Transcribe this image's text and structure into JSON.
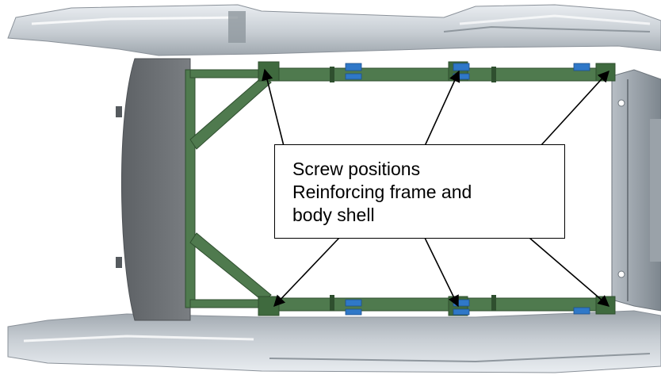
{
  "callout": {
    "lines": [
      "Screw positions",
      "Reinforcing frame and",
      "body shell"
    ]
  },
  "colors": {
    "body_shell": "#c8ced4",
    "body_shell_dark": "#8f979e",
    "roof_panel": "#6e7276",
    "reinforcing_frame": "#4f7a4e",
    "frame_edge": "#2f4f2f",
    "clip": "#2f78c8",
    "arrow": "#000000"
  },
  "screw_positions": [
    "front-left",
    "center-left",
    "rear-left",
    "front-right",
    "center-right",
    "rear-right"
  ]
}
